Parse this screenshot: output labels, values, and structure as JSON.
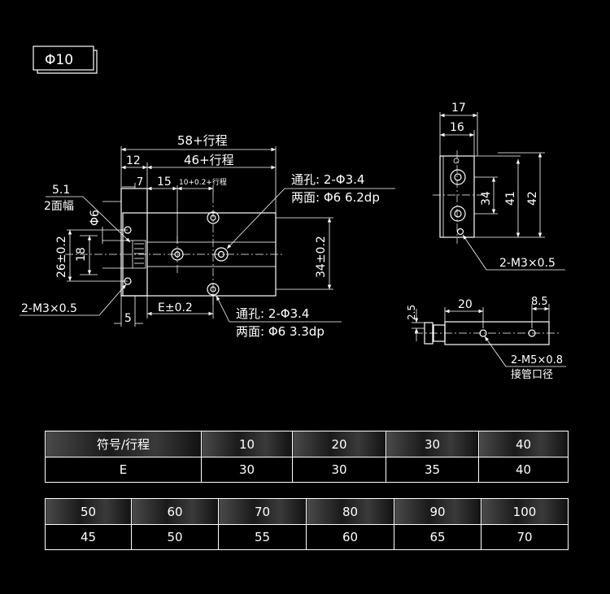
{
  "title": "Φ10",
  "front": {
    "dim_total": "58+行程",
    "dim_body": "46+行程",
    "dim_12": "12",
    "dim_7": "7",
    "dim_15": "15",
    "dim_stroke_small": "10+0.2+行程",
    "dim_51": "5.1",
    "label_2face": "2面幅",
    "dim_phi6": "Φ6",
    "dim_26": "26±0.2",
    "dim_18": "18",
    "dim_34": "34±0.2",
    "dim_E": "E±0.2",
    "dim_5": "5",
    "note_top_1": "通孔: 2-Φ3.4",
    "note_top_2": "两面: Φ6 6.2dp",
    "note_bottom_1": "通孔: 2-Φ3.4",
    "note_bottom_2": "两面: Φ6 3.3dp",
    "note_m3_left": "2-M3×0.5"
  },
  "side": {
    "dim_17": "17",
    "dim_16": "16",
    "dim_34": "34",
    "dim_41": "41",
    "dim_42": "42",
    "note_m3": "2-M3×0.5"
  },
  "bottom_view": {
    "dim_25": "2.5",
    "dim_20": "20",
    "dim_85": "8.5",
    "note_1": "2-M5×0.8",
    "note_2": "接管口径"
  },
  "table1": {
    "header": [
      "符号/行程",
      "10",
      "20",
      "30",
      "40"
    ],
    "row": [
      "E",
      "30",
      "30",
      "35",
      "40"
    ]
  },
  "table2": {
    "header": [
      "50",
      "60",
      "70",
      "80",
      "90",
      "100"
    ],
    "row": [
      "45",
      "50",
      "55",
      "60",
      "65",
      "70"
    ]
  }
}
